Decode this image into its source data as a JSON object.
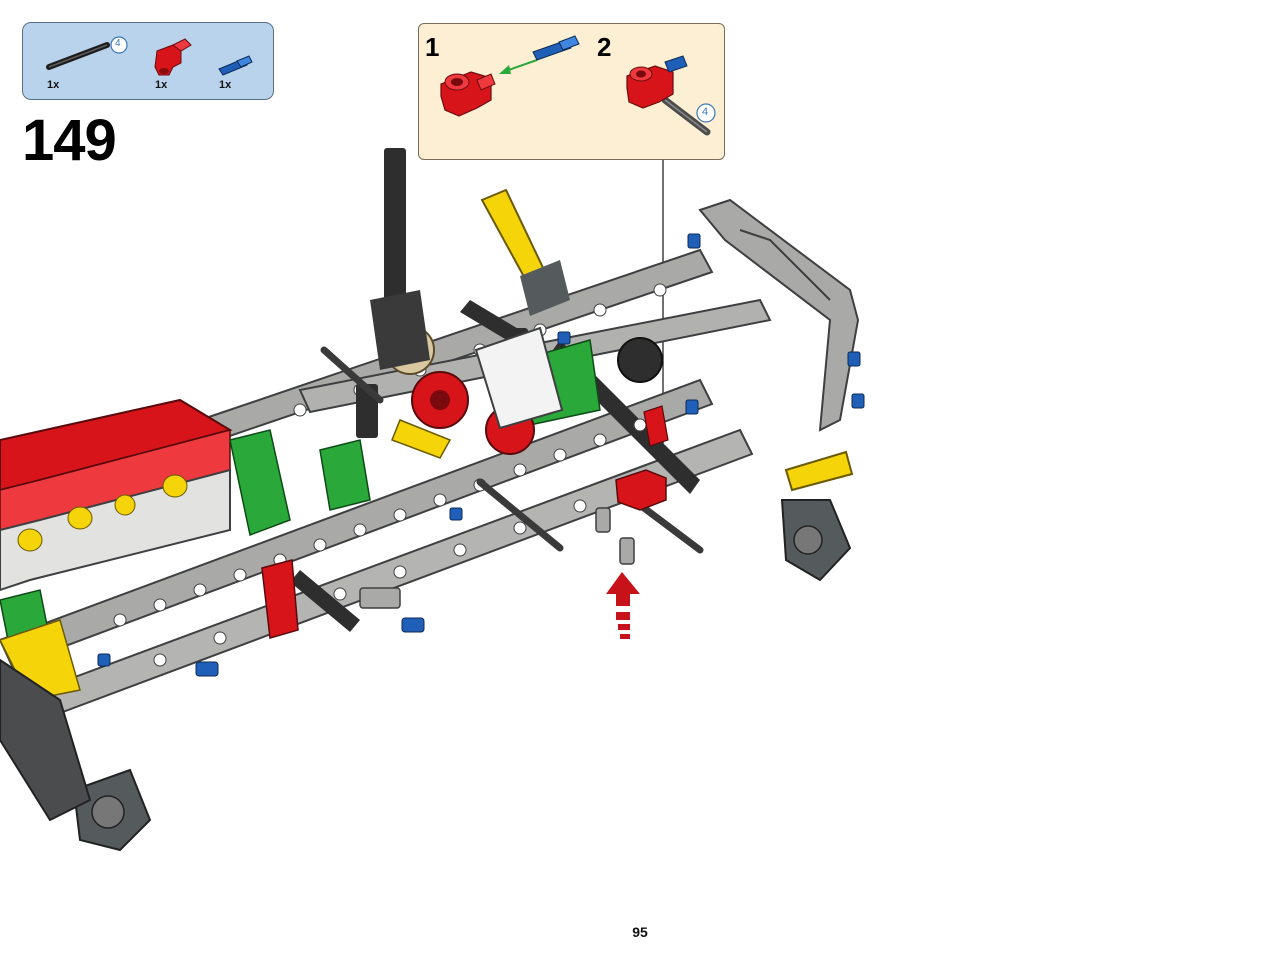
{
  "parts_list": {
    "items": [
      {
        "icon": "axle-4-icon",
        "length": "4",
        "quantity": "1x",
        "color": "#2b2b2b"
      },
      {
        "icon": "angle-connector-icon",
        "quantity": "1x",
        "color": "#d8141b"
      },
      {
        "icon": "axle-pin-icon",
        "quantity": "1x",
        "color": "#1f5fb8"
      }
    ]
  },
  "step": {
    "number": "149"
  },
  "sub_assembly": {
    "steps": [
      {
        "label": "1"
      },
      {
        "label": "2",
        "axle_length": "4"
      }
    ]
  },
  "page": {
    "number": "95"
  },
  "colors": {
    "parts_bg": "#b9d3ec",
    "sub_bg": "#fcefd3",
    "red": "#d8141b",
    "blue": "#1f5fb8",
    "yellow": "#f5d40a",
    "green": "#2aa83a",
    "gray": "#a9aaa8",
    "dark_gray": "#555a5c"
  }
}
